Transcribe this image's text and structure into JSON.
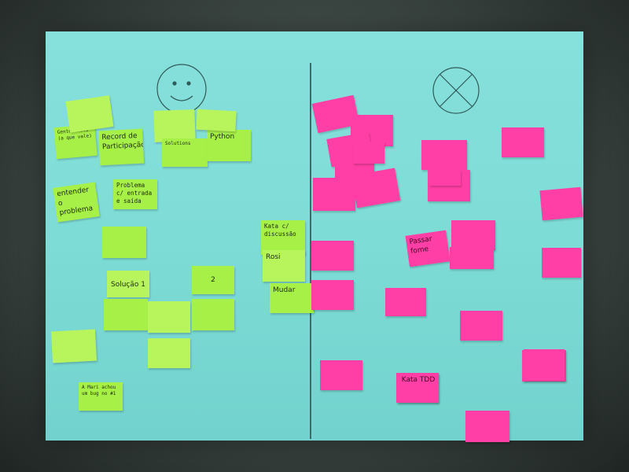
{
  "board": {
    "left_face": "smiley-face",
    "right_face": "x-circle-face"
  },
  "green_notes": [
    "Gente 'nova' (a que vale)",
    "",
    "Record de Participação",
    "",
    "Solutions",
    "Python",
    "entender o problema",
    "Problema c/ entrada e saída",
    "",
    "",
    "Solução 1",
    "2",
    "Kata c/ discussão",
    "Rosi",
    "Mudar",
    "",
    "",
    "",
    "",
    "A Mari achou um bug no #1"
  ],
  "pink_notes": [
    "",
    "",
    "",
    "",
    "",
    "",
    "",
    "",
    "",
    "",
    "Passar fome",
    "",
    "",
    "",
    "",
    "",
    "",
    "",
    "",
    "",
    "",
    "",
    "",
    "",
    "Kata TDD",
    ""
  ]
}
